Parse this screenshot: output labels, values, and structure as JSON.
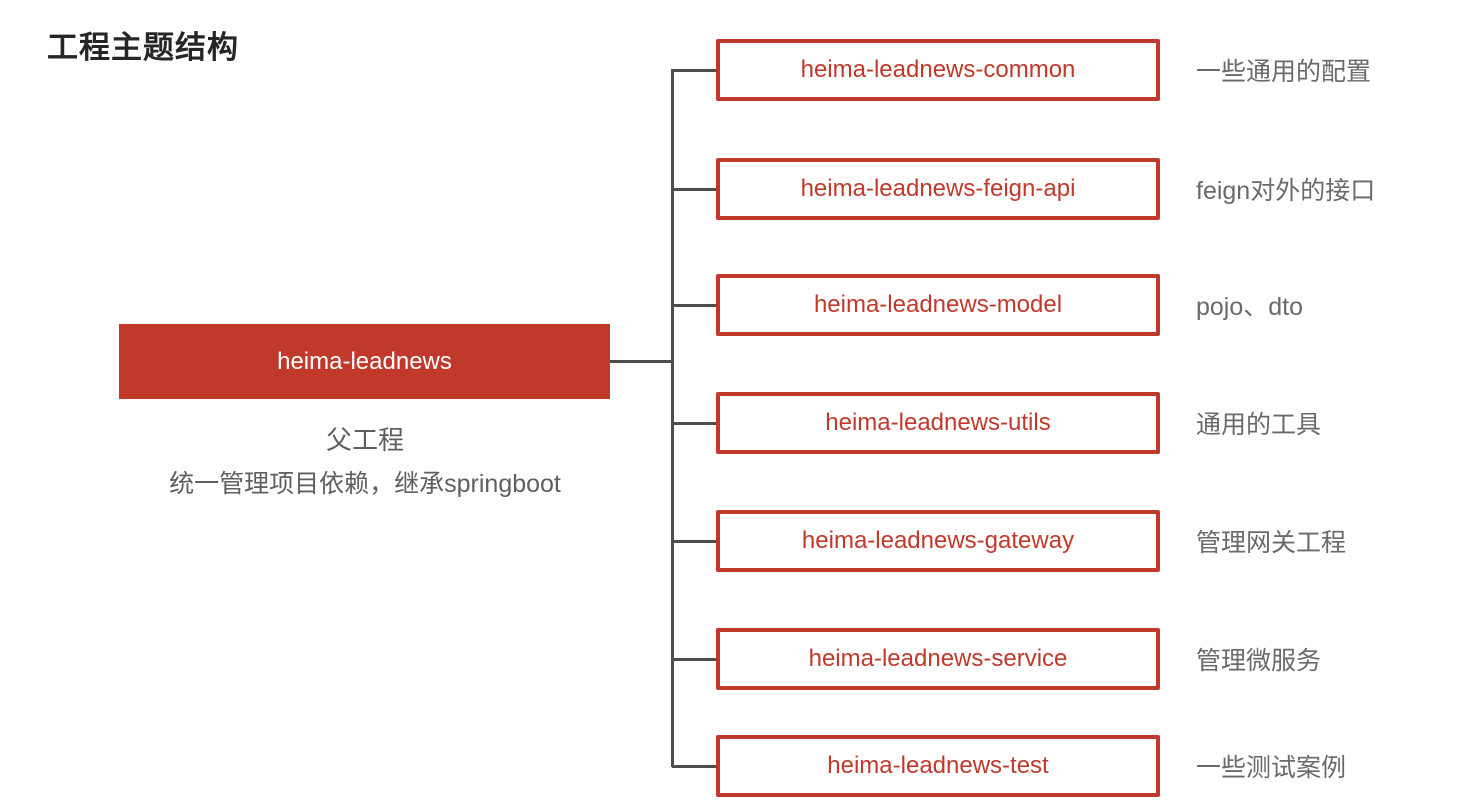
{
  "title": "工程主题结构",
  "root": {
    "label": "heima-leadnews",
    "description_line1": "父工程",
    "description_line2": "统一管理项目依赖，继承springboot"
  },
  "children": [
    {
      "label": "heima-leadnews-common",
      "note": "一些通用的配置"
    },
    {
      "label": "heima-leadnews-feign-api",
      "note": "feign对外的接口"
    },
    {
      "label": "heima-leadnews-model",
      "note": "pojo、dto"
    },
    {
      "label": "heima-leadnews-utils",
      "note": "通用的工具"
    },
    {
      "label": "heima-leadnews-gateway",
      "note": "管理网关工程"
    },
    {
      "label": "heima-leadnews-service",
      "note": "管理微服务"
    },
    {
      "label": "heima-leadnews-test",
      "note": "一些测试案例"
    }
  ],
  "colors": {
    "accent": "#c0392b",
    "line": "#4d4d4d",
    "title_text": "#262626",
    "description_text": "#5f5f5f",
    "note_text": "#6a6a6a"
  }
}
